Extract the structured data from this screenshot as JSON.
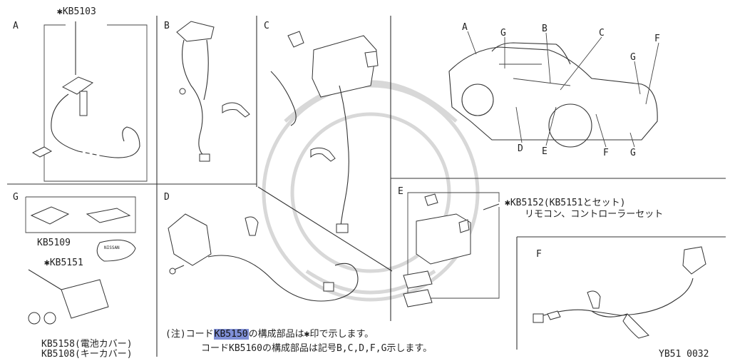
{
  "sections": {
    "A": {
      "letter": "A",
      "part": "✱KB5103"
    },
    "B": {
      "letter": "B"
    },
    "C": {
      "letter": "C"
    },
    "D": {
      "letter": "D"
    },
    "E": {
      "letter": "E",
      "part": "✱KB5152(KB5151とセット)",
      "desc": "リモコン、コントローラーセット"
    },
    "F": {
      "letter": "F"
    },
    "G": {
      "letter": "G",
      "part1": "KB5109",
      "part2": "✱KB5151",
      "label_card": "NISSAN",
      "part3": "KB5158(電池カバー)",
      "part4": "KB5108(キーカバー)"
    }
  },
  "car_callouts": [
    "A",
    "G",
    "B",
    "C",
    "G",
    "F",
    "D",
    "E",
    "F",
    "G"
  ],
  "note": {
    "prefix": "(注)コード",
    "code_highlight": "KB5150",
    "line1_rest": "の構成部品は✱印で示します。",
    "line2": "コードKB5160の構成部品は記号B,C,D,F,G示します。"
  },
  "figure_id": "YB51 0032",
  "colors": {
    "highlight": "#7f8fd6",
    "line": "#333333"
  }
}
